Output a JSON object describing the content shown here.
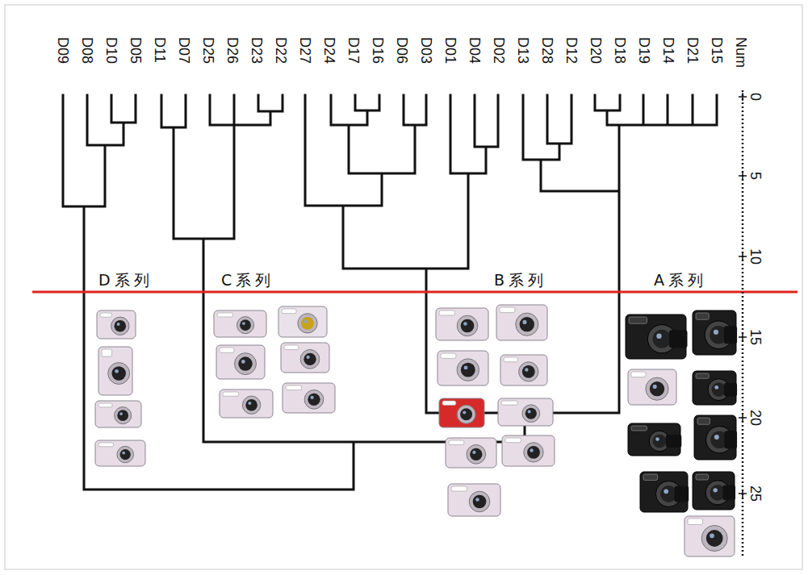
{
  "diagram": {
    "labels": [
      "D09",
      "D08",
      "D10",
      "D05",
      "D11",
      "D07",
      "D25",
      "D26",
      "D23",
      "D22",
      "D27",
      "D24",
      "D17",
      "D16",
      "D06",
      "D03",
      "D01",
      "D04",
      "D02",
      "D13",
      "D28",
      "D12",
      "D20",
      "D18",
      "D19",
      "D14",
      "D21",
      "D15",
      "Num",
      "0",
      "5",
      "10",
      "15",
      "20",
      "25",
      "D系列",
      "C系列",
      "B系列",
      "A系列"
    ]
  }
}
